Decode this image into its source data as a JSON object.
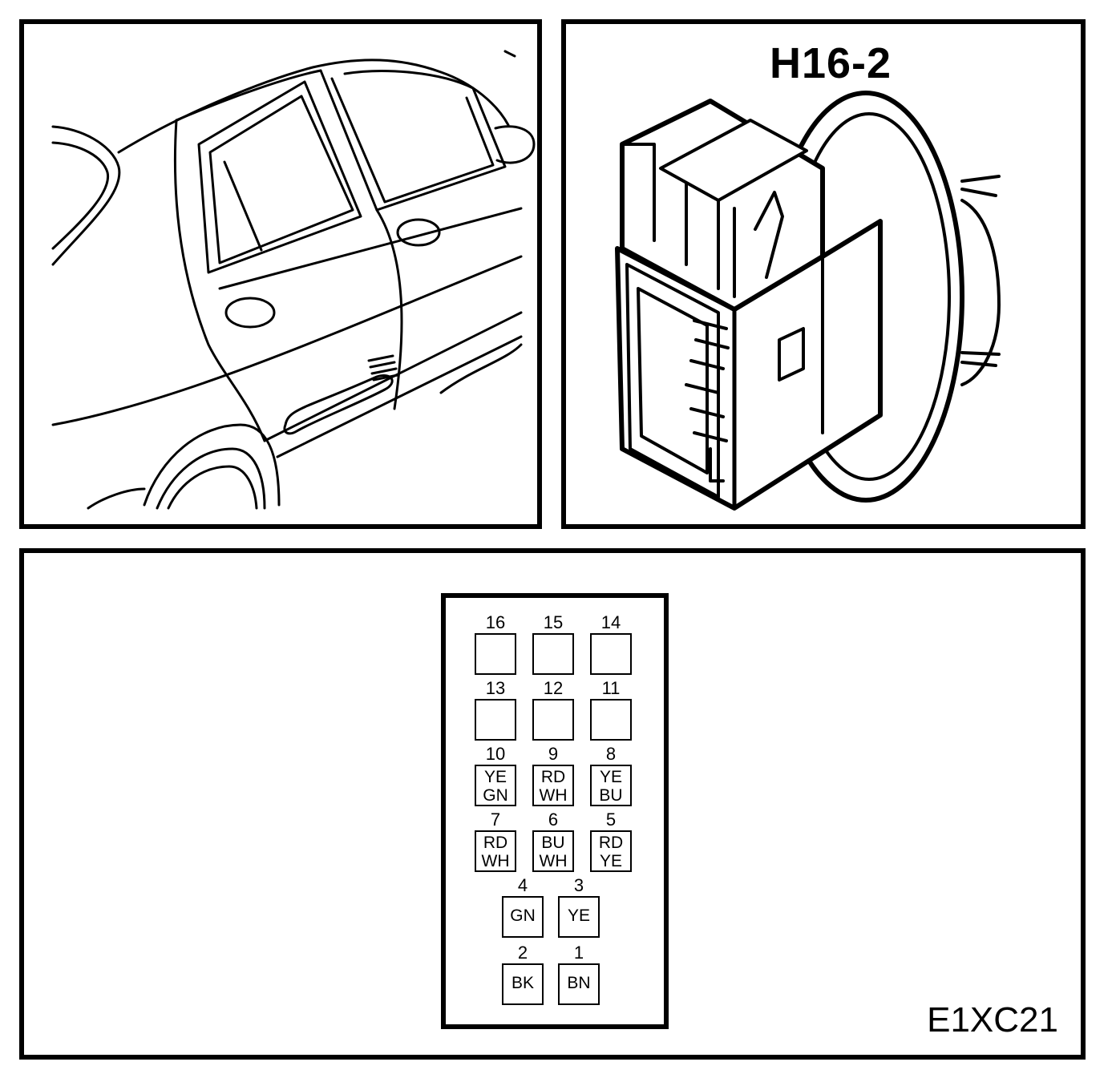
{
  "connector": {
    "id": "H16-2",
    "figure_ref": "E1XC21",
    "pins": [
      {
        "num": "16",
        "colors": []
      },
      {
        "num": "15",
        "colors": []
      },
      {
        "num": "14",
        "colors": []
      },
      {
        "num": "13",
        "colors": []
      },
      {
        "num": "12",
        "colors": []
      },
      {
        "num": "11",
        "colors": []
      },
      {
        "num": "10",
        "colors": [
          "YE",
          "GN"
        ]
      },
      {
        "num": "9",
        "colors": [
          "RD",
          "WH"
        ]
      },
      {
        "num": "8",
        "colors": [
          "YE",
          "BU"
        ]
      },
      {
        "num": "7",
        "colors": [
          "RD",
          "WH"
        ]
      },
      {
        "num": "6",
        "colors": [
          "BU",
          "WH"
        ]
      },
      {
        "num": "5",
        "colors": [
          "RD",
          "YE"
        ]
      },
      {
        "num": "4",
        "colors": [
          "GN"
        ]
      },
      {
        "num": "3",
        "colors": [
          "YE"
        ]
      },
      {
        "num": "2",
        "colors": [
          "BK"
        ]
      },
      {
        "num": "1",
        "colors": [
          "BN"
        ]
      }
    ]
  }
}
